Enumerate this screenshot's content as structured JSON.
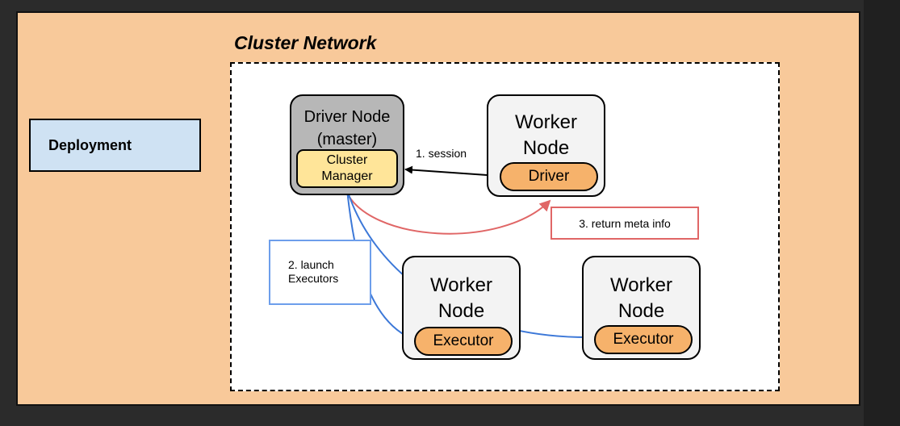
{
  "deployment": {
    "label": "Deployment"
  },
  "cluster": {
    "title": "Cluster Network"
  },
  "driver_node": {
    "title_line1": "Driver Node",
    "title_line2": "(master)"
  },
  "cluster_manager": {
    "line1": "Cluster",
    "line2": "Manager"
  },
  "worker_driver": {
    "title_line1": "Worker",
    "title_line2": "Node",
    "pill": "Driver"
  },
  "worker_exec1": {
    "title_line1": "Worker",
    "title_line2": "Node",
    "pill": "Executor"
  },
  "worker_exec2": {
    "title_line1": "Worker",
    "title_line2": "Node",
    "pill": "Executor"
  },
  "steps": {
    "session": "1. session",
    "launch_line1": "2. launch",
    "launch_line2": "Executors",
    "meta": "3. return meta info"
  },
  "colors": {
    "frame": "#f8c99a",
    "deployment": "#cfe2f3",
    "driver_node": "#b7b7b7",
    "cluster_manager": "#ffe599",
    "worker_node": "#f3f3f3",
    "pill": "#f6b26b",
    "meta_arrow": "#e06666",
    "launch_arrow": "#3c78d8",
    "session_arrow": "#000000"
  }
}
